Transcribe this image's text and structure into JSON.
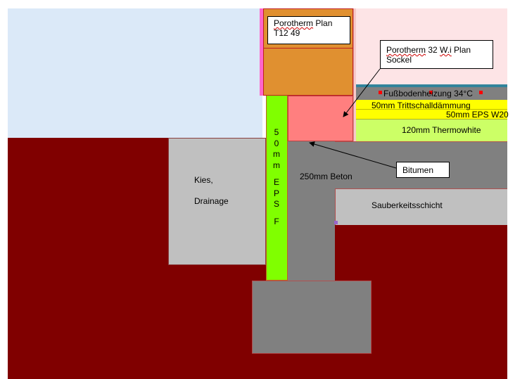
{
  "labels": {
    "kies": "Kies,",
    "drainage": "Drainage",
    "beton": "250mm Beton",
    "sauberkeit": "Sauberkeitsschicht",
    "fussboden": "Fußbodenheizung 34°C",
    "tritt": "50mm Trittschalldämmung",
    "eps_w20": "50mm EPS W20",
    "thermowhite": "120mm Thermowhite"
  },
  "vertical_label": [
    "5",
    "0",
    "m",
    "m",
    "",
    "E",
    "P",
    "S",
    "",
    "F"
  ],
  "callouts": {
    "plan_t12": {
      "line1_word": "Porotherm",
      "line1_rest": " Plan",
      "line2": "T12 49"
    },
    "plan_sockel": {
      "line1_word": "Porotherm",
      "line1_mid": " 32 ",
      "line1_word2": "W.i",
      "line1_rest": " Plan",
      "line2": "Sockel"
    },
    "bitumen": "Bitumen"
  },
  "colors": {
    "ground": "#800000",
    "sky": "#dbe9f8",
    "interior": "#fde4e6",
    "concrete": "#808080",
    "gravel": "#c0c0c0",
    "eps": "#80ff00",
    "brick": "#e09030",
    "salmon": "#ff7f7f",
    "yellow": "#ffff00",
    "thermowhite": "#ccff66",
    "heating": "#808080",
    "teal": "#31849b",
    "magenta": "#ff66cc"
  }
}
